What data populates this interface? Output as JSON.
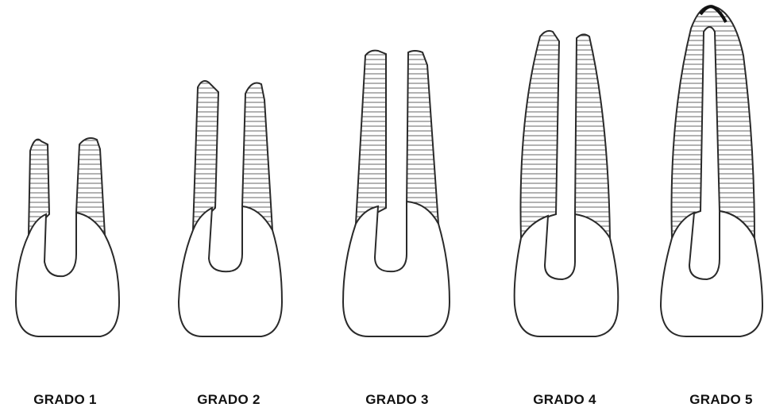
{
  "stages": [
    {
      "label": "GRADO 1",
      "apex_closed": false,
      "root_fraction": 0.35
    },
    {
      "label": "GRADO 2",
      "apex_closed": false,
      "root_fraction": 0.55
    },
    {
      "label": "GRADO 3",
      "apex_closed": false,
      "root_fraction": 0.7
    },
    {
      "label": "GRADO 4",
      "apex_closed": false,
      "root_fraction": 0.85
    },
    {
      "label": "GRADO 5",
      "apex_closed": true,
      "root_fraction": 1.0
    }
  ],
  "colors": {
    "outline": "#2a2a2a",
    "hatch": "#555555",
    "crown_fill": "#ffffff",
    "label": "#111111"
  }
}
